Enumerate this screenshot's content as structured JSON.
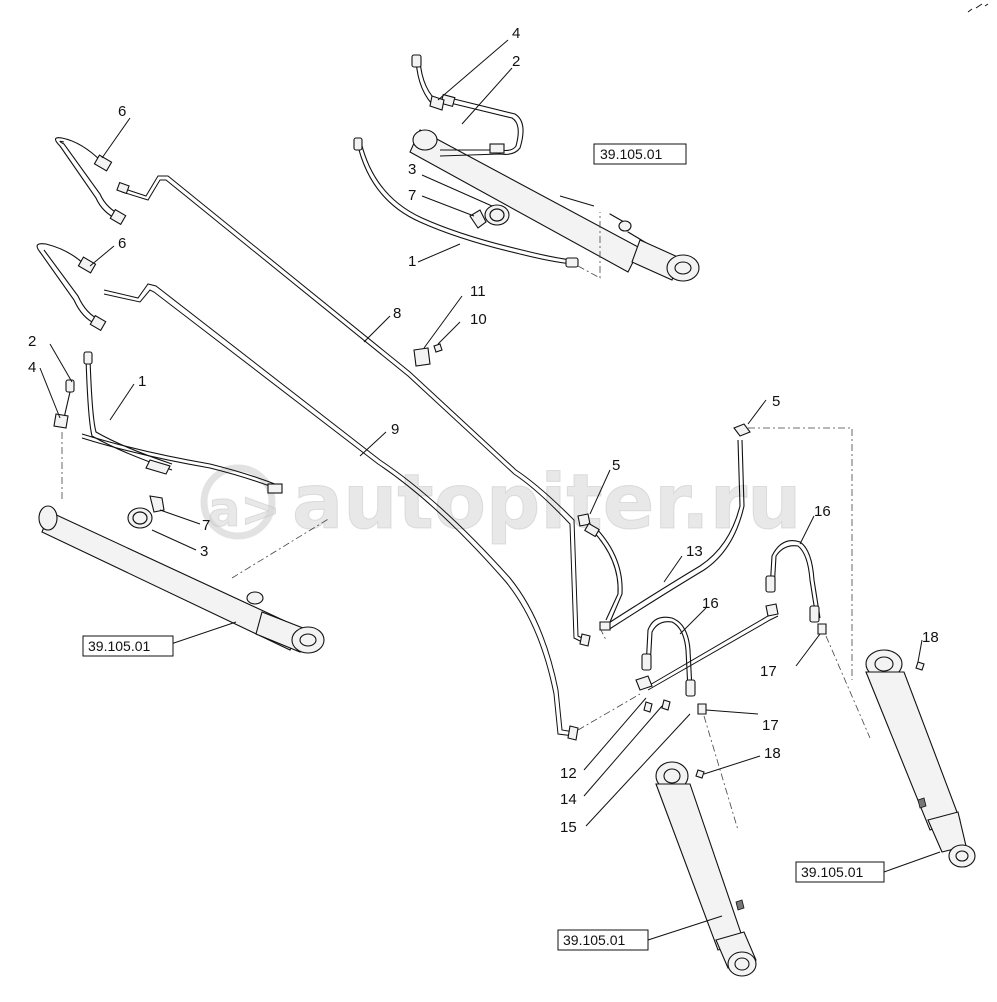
{
  "watermark": {
    "text": "autopiter.ru",
    "logo_glyph": "a>"
  },
  "reference": "39.105.01",
  "callouts": {
    "c1_top": "1",
    "c1_left": "1",
    "c2_top": "2",
    "c2_left": "2",
    "c3_top": "3",
    "c3_left": "3",
    "c4_top": "4",
    "c4_left": "4",
    "c5_a": "5",
    "c5_b": "5",
    "c6_a": "6",
    "c6_b": "6",
    "c7_top": "7",
    "c7_left": "7",
    "c8": "8",
    "c9": "9",
    "c10": "10",
    "c11": "11",
    "c12": "12",
    "c13": "13",
    "c14": "14",
    "c15": "15",
    "c16_a": "16",
    "c16_b": "16",
    "c17_a": "17",
    "c17_b": "17",
    "c18_a": "18",
    "c18_b": "18"
  },
  "refs": {
    "top": "39.105.01",
    "left": "39.105.01",
    "right": "39.105.01",
    "bottom": "39.105.01"
  }
}
